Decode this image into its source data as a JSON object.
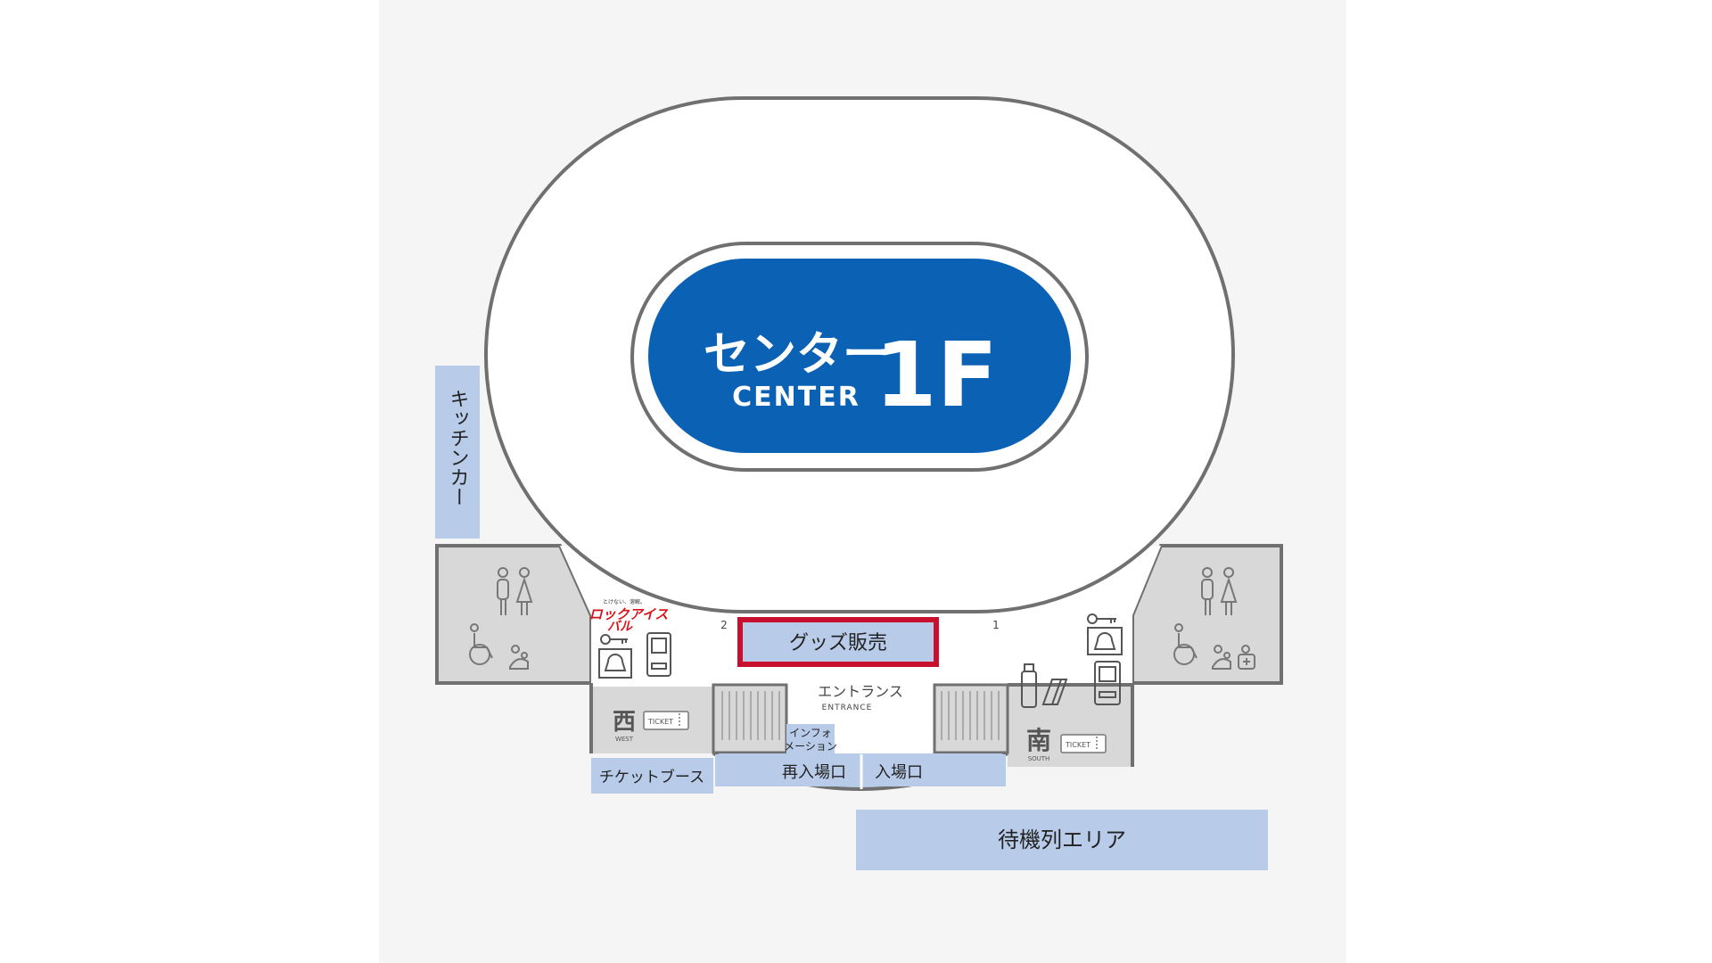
{
  "map": {
    "center_title_ja": "センター",
    "center_title_en": "CENTER",
    "floor": "1F",
    "kitchen_car": "キッチンカー",
    "goods_sales": "グッズ販売",
    "entrance_ja": "エントランス",
    "entrance_en": "ENTRANCE",
    "information_line1": "インフォ",
    "information_line2": "メーション",
    "reentry": "再入場口",
    "entry": "入場口",
    "ticket_booth": "チケットブース",
    "waiting_area": "待機列エリア",
    "west_kanji": "西",
    "west_en": "WEST",
    "south_kanji": "南",
    "south_en": "SOUTH",
    "ticket_label": "TICKET",
    "gate_left_number": "2",
    "gate_right_number": "1",
    "rock_ice_tagline": "とけない、溶解。",
    "rock_ice_line1": "ロックアイス",
    "rock_ice_line2": "バル"
  },
  "colors": {
    "arena_blue": "#0b62b5",
    "label_bg": "#b8cbe8",
    "goods_border": "#c8102e",
    "facility_gray": "#d8d8d8",
    "outline": "#707070",
    "canvas": "#f5f5f5",
    "rock_ice_red": "#d7141a"
  },
  "icons": [
    "restroom-icon",
    "wheelchair-icon",
    "nursing-room-icon",
    "first-aid-icon",
    "locker-icon",
    "coin-locker-icon",
    "vending-machine-icon",
    "drink-bottle-icon",
    "book-icon",
    "ticket-icon"
  ]
}
